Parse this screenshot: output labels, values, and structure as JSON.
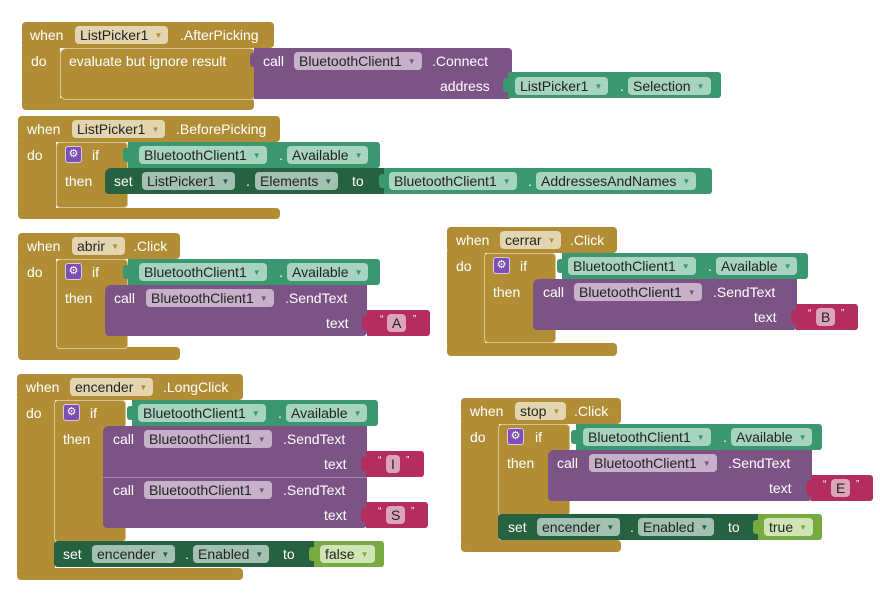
{
  "workspace": "App Inventor Blocks Editor",
  "colors": {
    "event": "#b18e35",
    "procedure_call": "#7c5385",
    "component_getter": "#3b9770",
    "component_setter": "#266141",
    "logic": "#77ab41",
    "text": "#b32d5e",
    "mutator": "#7d4fb3"
  },
  "blocks": [
    {
      "type": "event",
      "when": "when",
      "component": "ListPicker1",
      "event": ".AfterPicking",
      "do": "do",
      "body": {
        "evaluate": "evaluate but ignore result",
        "call": "call",
        "call_component": "BluetoothClient1",
        "method": ".Connect",
        "arg_label": "address",
        "arg_component": "ListPicker1",
        "arg_dot": ".",
        "arg_property": "Selection"
      }
    },
    {
      "type": "event",
      "when": "when",
      "component": "ListPicker1",
      "event": ".BeforePicking",
      "do": "do",
      "if": "if",
      "then": "then",
      "cond_component": "BluetoothClient1",
      "cond_dot": ".",
      "cond_property": "Available",
      "set": "set",
      "set_component": "ListPicker1",
      "set_dot": ".",
      "set_property": "Elements",
      "to": "to",
      "value_component": "BluetoothClient1",
      "value_dot": ".",
      "value_property": "AddressesAndNames"
    },
    {
      "type": "event",
      "when": "when",
      "component": "abrir",
      "event": ".Click",
      "do": "do",
      "if": "if",
      "then": "then",
      "cond_component": "BluetoothClient1",
      "cond_dot": ".",
      "cond_property": "Available",
      "call": "call",
      "call_component": "BluetoothClient1",
      "method": ".SendText",
      "arg_label": "text",
      "text_value": "A"
    },
    {
      "type": "event",
      "when": "when",
      "component": "cerrar",
      "event": ".Click",
      "do": "do",
      "if": "if",
      "then": "then",
      "cond_component": "BluetoothClient1",
      "cond_dot": ".",
      "cond_property": "Available",
      "call": "call",
      "call_component": "BluetoothClient1",
      "method": ".SendText",
      "arg_label": "text",
      "text_value": "B"
    },
    {
      "type": "event",
      "when": "when",
      "component": "encender",
      "event": ".LongClick",
      "do": "do",
      "if": "if",
      "then": "then",
      "cond_component": "BluetoothClient1",
      "cond_dot": ".",
      "cond_property": "Available",
      "calls": [
        {
          "call": "call",
          "component": "BluetoothClient1",
          "method": ".SendText",
          "arg_label": "text",
          "text_value": "I"
        },
        {
          "call": "call",
          "component": "BluetoothClient1",
          "method": ".SendText",
          "arg_label": "text",
          "text_value": "S"
        }
      ],
      "set": "set",
      "set_component": "encender",
      "set_dot": ".",
      "set_property": "Enabled",
      "to": "to",
      "bool_value": "false"
    },
    {
      "type": "event",
      "when": "when",
      "component": "stop",
      "event": ".Click",
      "do": "do",
      "if": "if",
      "then": "then",
      "cond_component": "BluetoothClient1",
      "cond_dot": ".",
      "cond_property": "Available",
      "call": "call",
      "call_component": "BluetoothClient1",
      "method": ".SendText",
      "arg_label": "text",
      "text_value": "E",
      "set": "set",
      "set_component": "encender",
      "set_dot": ".",
      "set_property": "Enabled",
      "to": "to",
      "bool_value": "true"
    }
  ],
  "icons": {
    "dropdown_arrow": "▼",
    "mutator_gear": "⚙",
    "quote_open": "“",
    "quote_close": "”"
  }
}
